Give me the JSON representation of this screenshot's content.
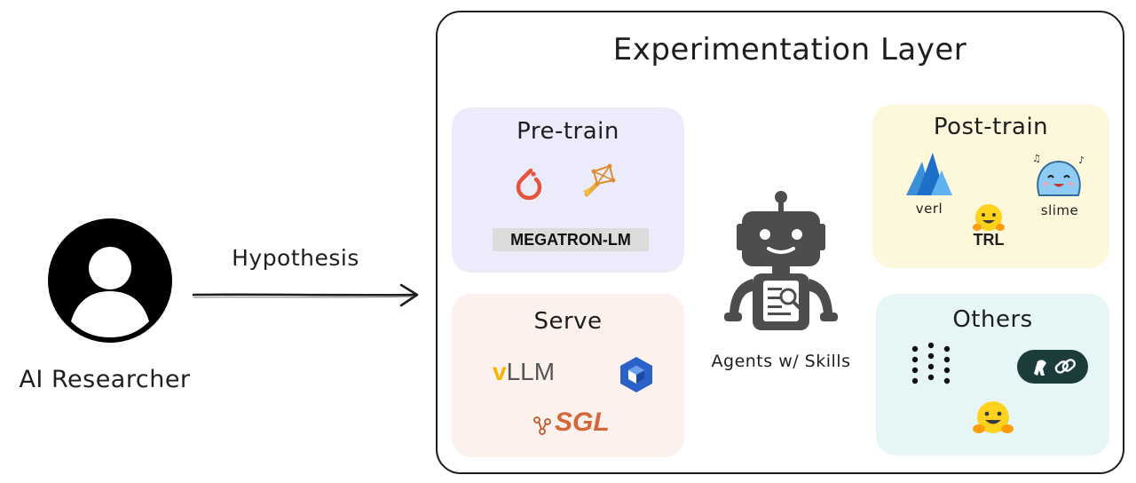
{
  "researcher": {
    "label": "AI Researcher"
  },
  "arrow": {
    "label": "Hypothesis"
  },
  "layer": {
    "title": "Experimentation Layer",
    "pretrain": {
      "title": "Pre-train",
      "megatron": "MEGATRON-LM"
    },
    "serve": {
      "title": "Serve",
      "vllm_v": "v",
      "vllm_rest": "LLM",
      "sgl": "SGL"
    },
    "agent": {
      "label": "Agents w/ Skills"
    },
    "posttrain": {
      "title": "Post-train",
      "verl": "verl",
      "slime": "slime",
      "trl": "TRL"
    },
    "others": {
      "title": "Others"
    }
  },
  "colors": {
    "pretrain_bg": "#ecebfb",
    "serve_bg": "#fdf1ee",
    "posttrain_bg": "#fdf7dc",
    "others_bg": "#e6f6f6",
    "stroke": "#1e1e1e"
  }
}
